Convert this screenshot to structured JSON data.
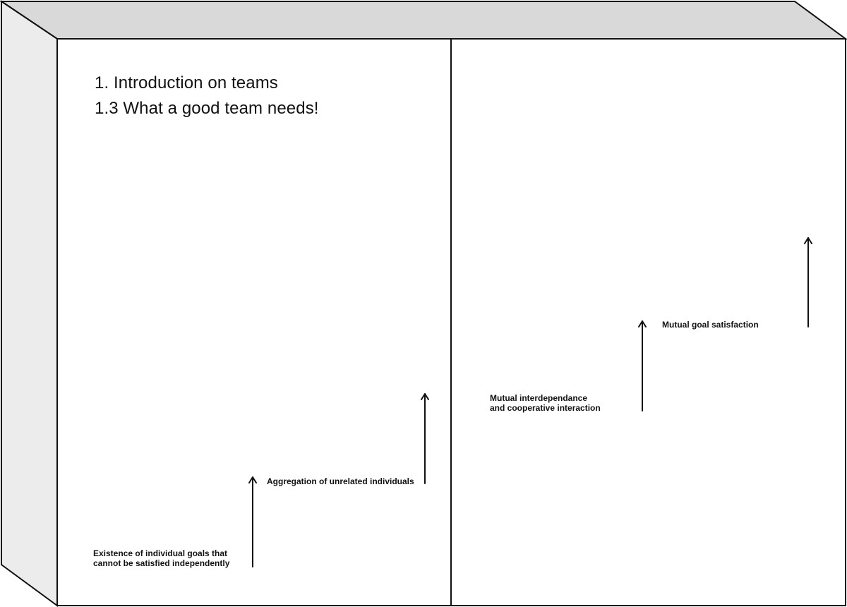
{
  "headings": {
    "section": "1. Introduction on teams",
    "subsection": "1.3 What a good team needs!"
  },
  "steps": [
    {
      "lines": [
        "Existence of individual goals that",
        "cannot be satisfied independently"
      ]
    },
    {
      "lines": [
        "Aggregation of unrelated individuals"
      ]
    },
    {
      "lines": [
        "Mutual interdependance",
        "and cooperative interaction"
      ]
    },
    {
      "lines": [
        "Mutual goal satisfaction"
      ]
    }
  ],
  "colors": {
    "stroke": "#111111",
    "box_top": "#d9d9d9",
    "box_side": "#ececec",
    "background": "#ffffff"
  }
}
